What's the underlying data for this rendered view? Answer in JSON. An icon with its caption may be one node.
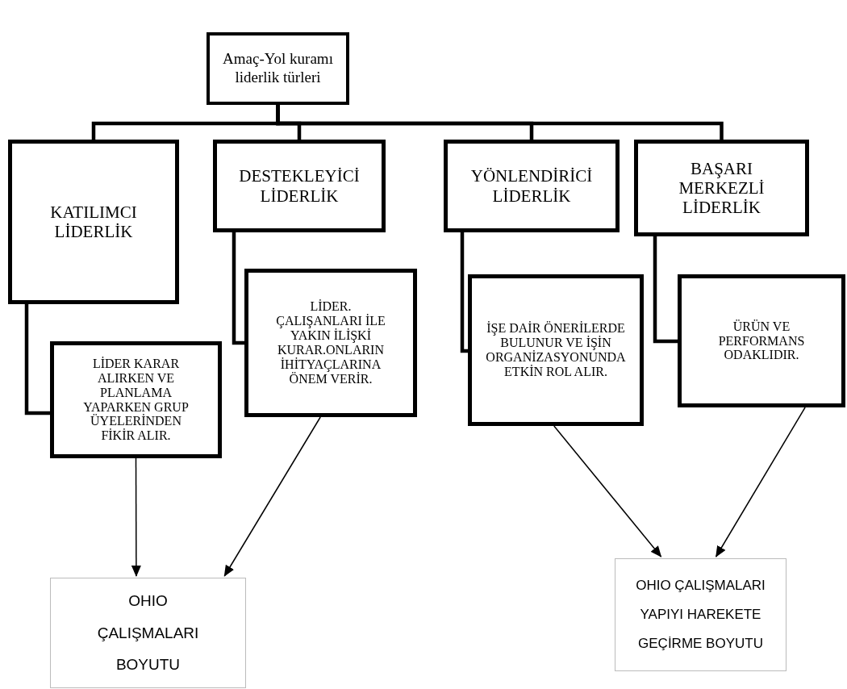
{
  "diagram": {
    "nodes": [
      {
        "text": [
          "Amaç-Yol kuramı liderlik türleri"
        ]
      },
      {
        "text": [
          "KATILIMCI LİDERLİK"
        ]
      },
      {
        "text": [
          "DESTEKLEYİCİ LİDERLİK"
        ]
      },
      {
        "text": [
          "YÖNLENDİRİCİ LİDERLİK"
        ]
      },
      {
        "text": [
          "BAŞARI MERKEZLİ LİDERLİK"
        ]
      },
      {
        "text": [
          "LİDER KARAR ALIRKEN VE PLANLAMA YAPARKEN GRUP ÜYELERİNDEN FİKİR ALIR."
        ]
      },
      {
        "text": [
          "LİDER. ÇALIŞANLARI İLE YAKIN İLİŞKİ KURAR.ONLARIN İHİTYAÇLARINA ÖNEM VERİR."
        ]
      },
      {
        "text": [
          "İŞE DAİR ÖNERİLERDE BULUNUR VE İŞİN ORGANİZASYONUNDA ETKİN ROL ALIR."
        ]
      },
      {
        "text": [
          "ÜRÜN VE PERFORMANS ODAKLIDIR."
        ]
      },
      {
        "text": [
          "OHIO ÇALIŞMALARI BOYUTU"
        ]
      },
      {
        "text": [
          "OHIO ÇALIŞMALARI YAPIYI HAREKETE GEÇİRME BOYUTU"
        ]
      }
    ],
    "edges": [
      {
        "from": 0,
        "to": 1,
        "arrow": "none"
      },
      {
        "from": 0,
        "to": 2,
        "arrow": "none"
      },
      {
        "from": 0,
        "to": 3,
        "arrow": "none"
      },
      {
        "from": 0,
        "to": 4,
        "arrow": "none"
      },
      {
        "from": 1,
        "to": 5,
        "arrow": "none"
      },
      {
        "from": 2,
        "to": 6,
        "arrow": "none"
      },
      {
        "from": 3,
        "to": 7,
        "arrow": "none"
      },
      {
        "from": 4,
        "to": 8,
        "arrow": "none"
      },
      {
        "from": 5,
        "to": 9,
        "arrow": "to"
      },
      {
        "from": 6,
        "to": 9,
        "arrow": "to"
      },
      {
        "from": 7,
        "to": 10,
        "arrow": "to"
      },
      {
        "from": 8,
        "to": 10,
        "arrow": "to"
      }
    ]
  }
}
